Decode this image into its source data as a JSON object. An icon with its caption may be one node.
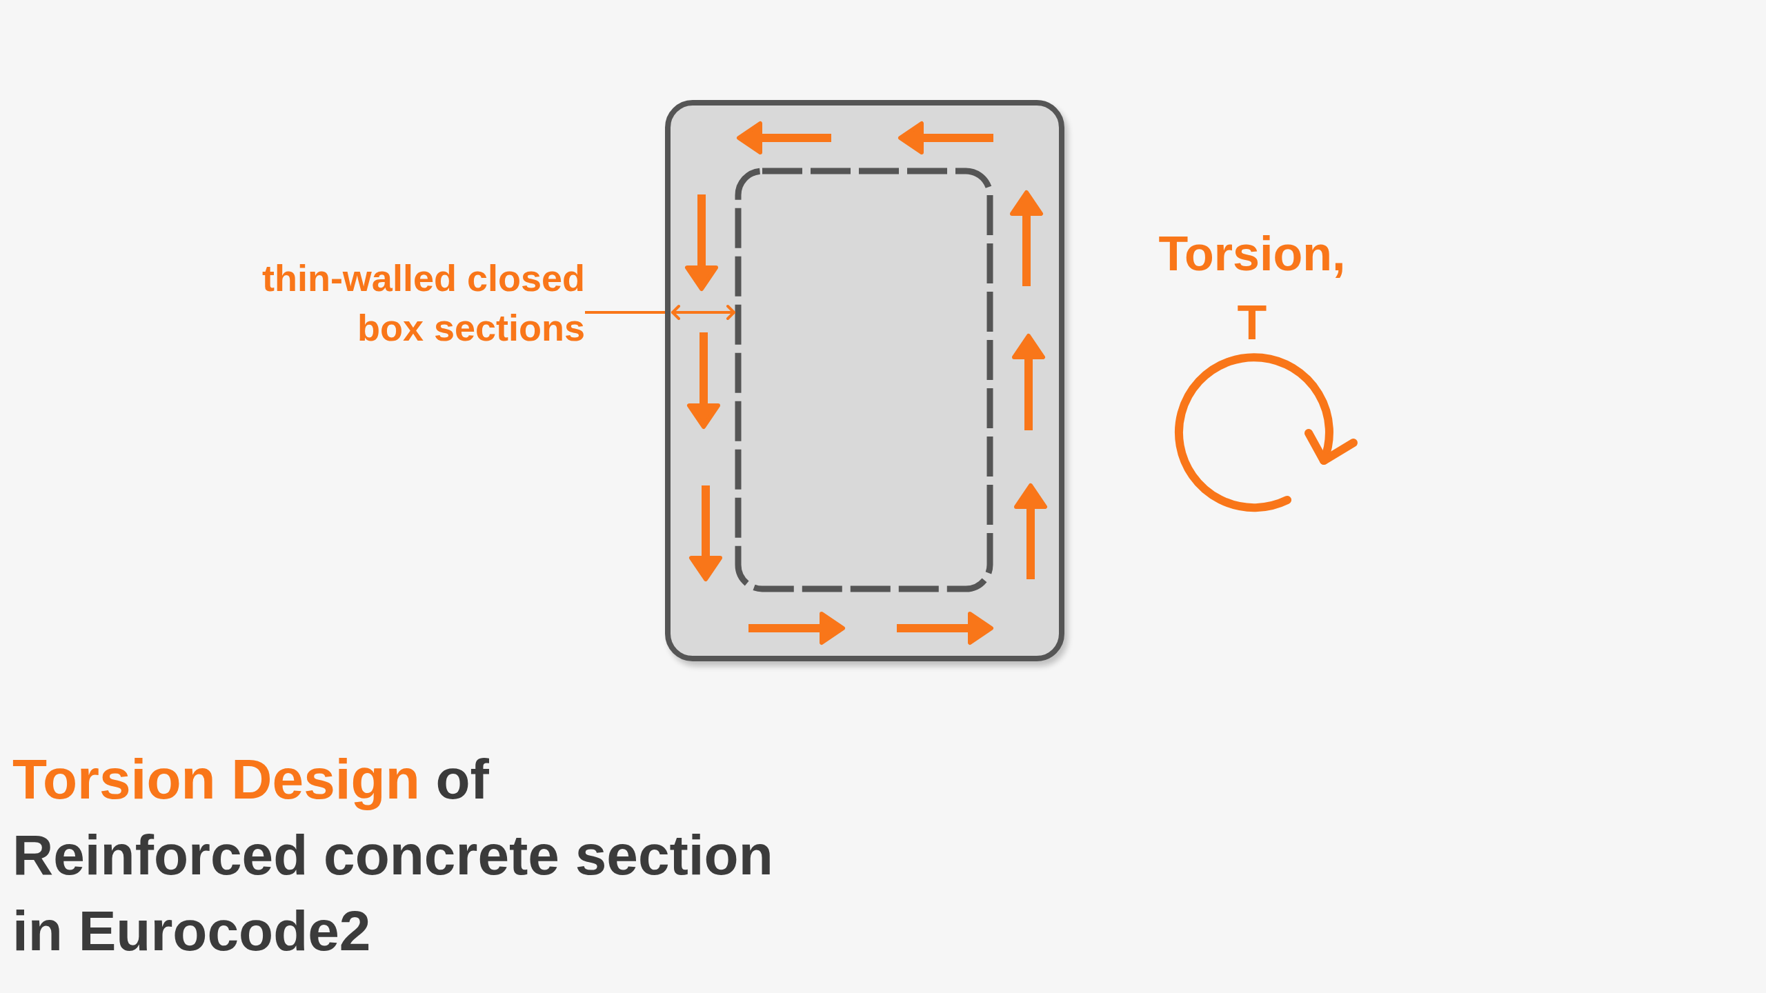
{
  "diagram": {
    "title": "**Torsion Design** of Reinforced concrete section in Eurocode2",
    "nodes": [
      {
        "text": [
          "thin-walled closed box sections"
        ]
      },
      {
        "text": [],
        "shape": "box"
      }
    ],
    "edges": [
      {
        "from": 0,
        "to": 1,
        "arrow": "none"
      }
    ],
    "labels": [
      "Torsion, T"
    ]
  }
}
